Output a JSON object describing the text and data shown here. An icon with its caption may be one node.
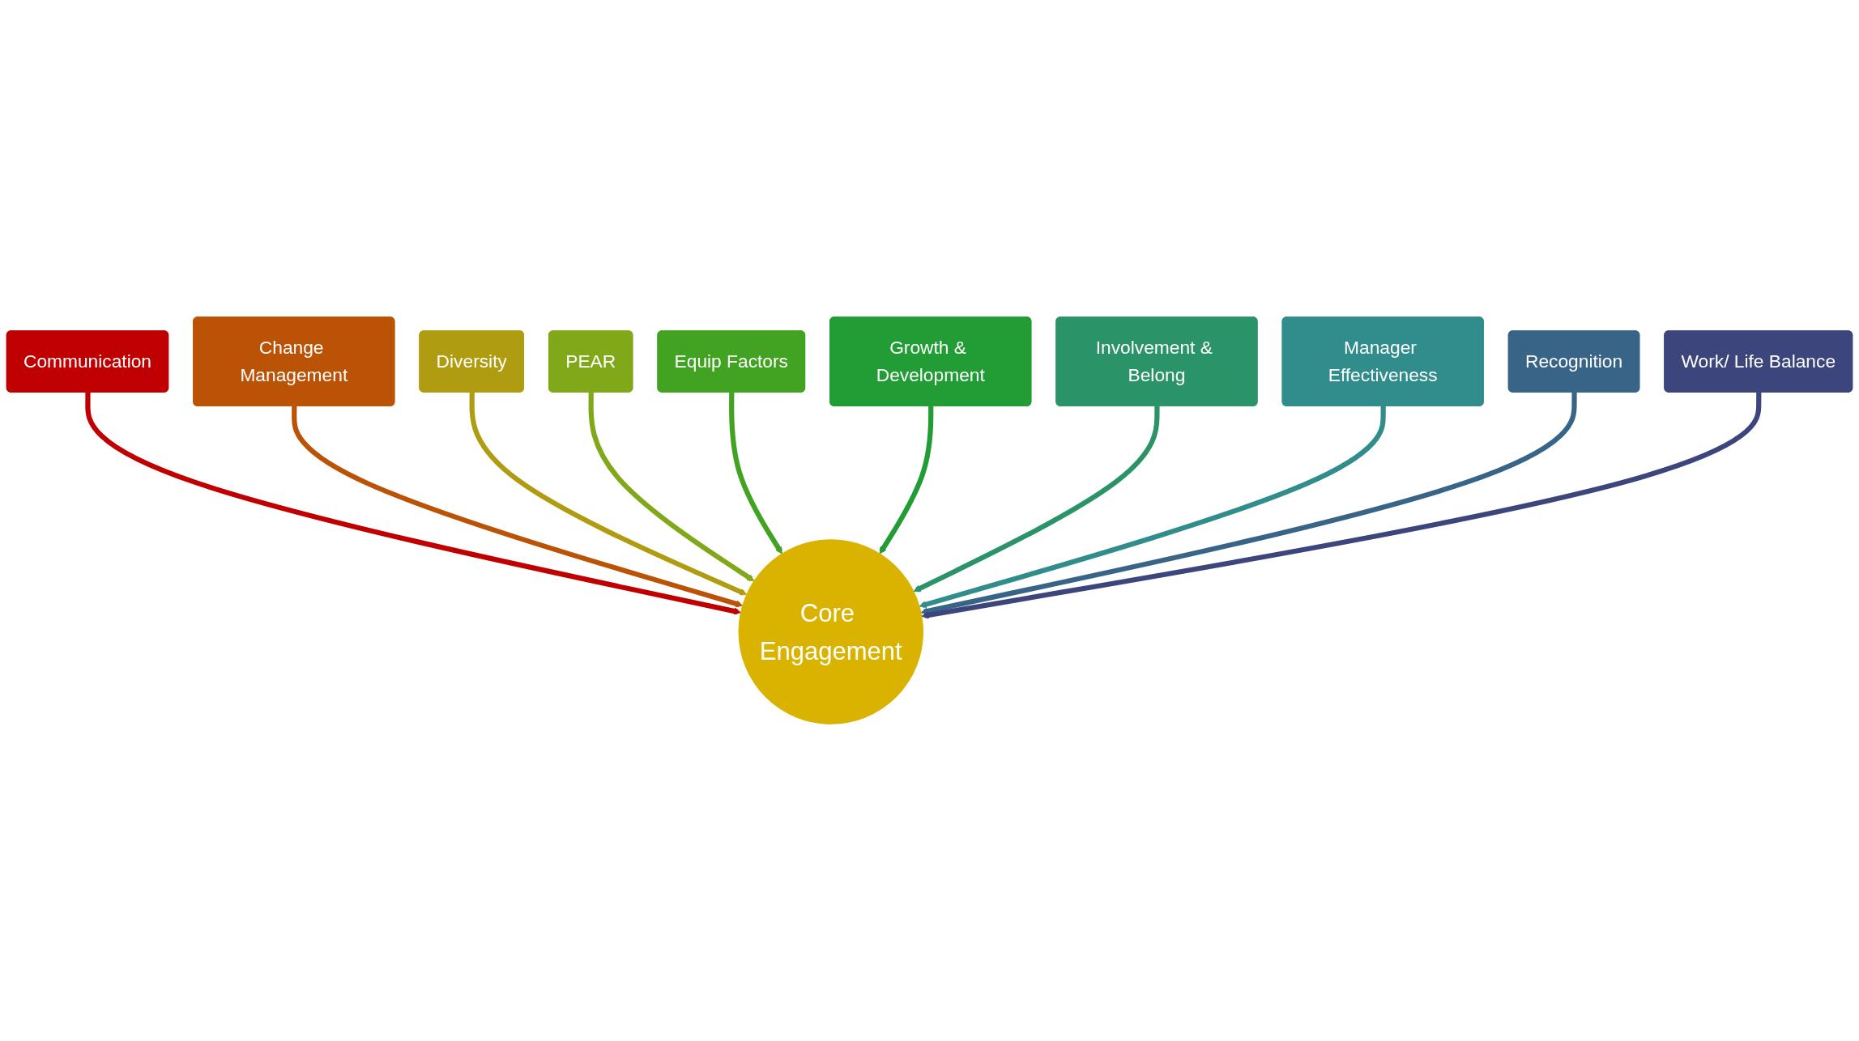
{
  "diagram": {
    "nodes": [
      {
        "text": [
          "Communication"
        ]
      },
      {
        "text": [
          "Change Management"
        ]
      },
      {
        "text": [
          "Diversity"
        ]
      },
      {
        "text": [
          "PEAR"
        ]
      },
      {
        "text": [
          "Equip Factors"
        ]
      },
      {
        "text": [
          "Growth & Development"
        ]
      },
      {
        "text": [
          "Involvement & Belong"
        ]
      },
      {
        "text": [
          "Manager Effectiveness"
        ]
      },
      {
        "text": [
          "Recognition"
        ]
      },
      {
        "text": [
          "Work/ Life Balance"
        ]
      },
      {
        "text": [
          "Core Engagement"
        ]
      }
    ],
    "edges": [
      {
        "from": 0,
        "to": 10,
        "arrow": "to",
        "color": "#c00000"
      },
      {
        "from": 1,
        "to": 10,
        "arrow": "to",
        "color": "#bb5307"
      },
      {
        "from": 2,
        "to": 10,
        "arrow": "to",
        "color": "#b09c10"
      },
      {
        "from": 3,
        "to": 10,
        "arrow": "to",
        "color": "#80a818"
      },
      {
        "from": 4,
        "to": 10,
        "arrow": "to",
        "color": "#42a322"
      },
      {
        "from": 5,
        "to": 10,
        "arrow": "to",
        "color": "#229c34"
      },
      {
        "from": 6,
        "to": 10,
        "arrow": "to",
        "color": "#2a9468"
      },
      {
        "from": 7,
        "to": 10,
        "arrow": "to",
        "color": "#318c8c"
      },
      {
        "from": 8,
        "to": 10,
        "arrow": "to",
        "color": "#386487"
      },
      {
        "from": 9,
        "to": 10,
        "arrow": "to",
        "color": "#3c457c"
      }
    ]
  }
}
